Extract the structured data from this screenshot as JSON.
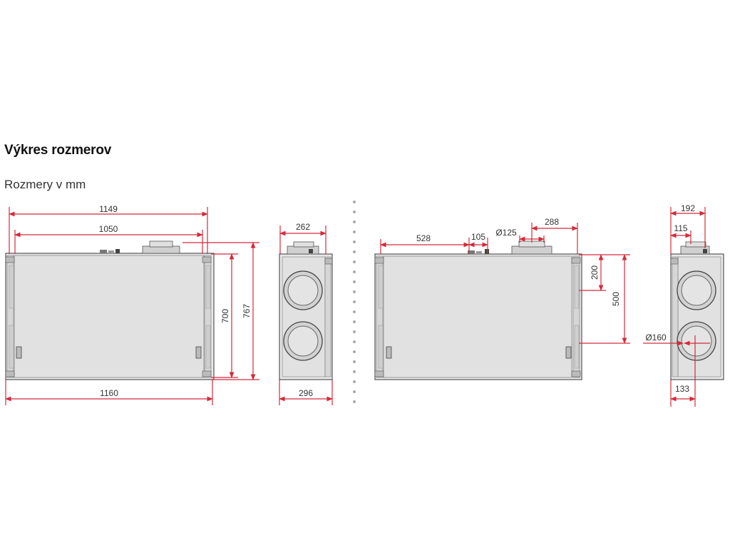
{
  "heading": "Výkres rozmerov",
  "subheading": "Rozmery v mm",
  "colors": {
    "dimension": "#d42a3a",
    "body": "#ececec",
    "outline": "#555555",
    "separator": "#aaaaaa"
  },
  "views": {
    "front_left": {
      "width_top": "1149",
      "width_inner": "1050",
      "width_bottom": "1160",
      "height_inner": "700",
      "height_total": "767"
    },
    "side_left": {
      "depth_top": "262",
      "depth_bottom": "296"
    },
    "front_right": {
      "offset_528": "528",
      "offset_105": "105",
      "duct_diameter": "Ø125",
      "offset_288": "288",
      "height_200": "200",
      "height_500": "500"
    },
    "side_right": {
      "depth_192": "192",
      "depth_115": "115",
      "duct_160": "Ø160",
      "offset_133": "133"
    }
  }
}
